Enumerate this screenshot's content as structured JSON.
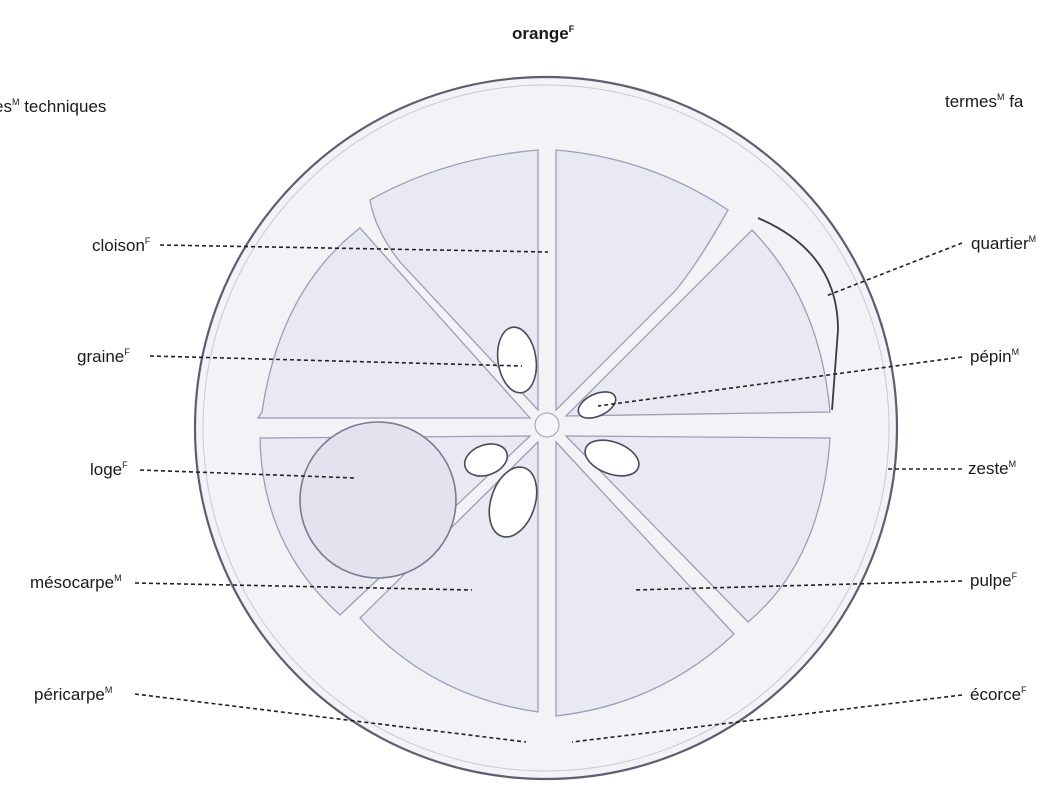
{
  "title": {
    "text": "orange",
    "mark": "F"
  },
  "headings": {
    "left": {
      "text": "es",
      "mark": "M",
      "rest": " techniques"
    },
    "right": {
      "text": "termes",
      "mark": "M",
      "rest": " fa"
    }
  },
  "labels": {
    "cloison": {
      "text": "cloison",
      "mark": "F"
    },
    "graine": {
      "text": "graine",
      "mark": "F"
    },
    "loge": {
      "text": "loge",
      "mark": "F"
    },
    "mesocarpe": {
      "text": "mésocarpe",
      "mark": "M"
    },
    "pericarpe": {
      "text": "péricarpe",
      "mark": "M"
    },
    "quartier": {
      "text": "quartier",
      "mark": "M"
    },
    "pepin": {
      "text": "pépin",
      "mark": "M"
    },
    "zeste": {
      "text": "zeste",
      "mark": "M"
    },
    "pulpe": {
      "text": "pulpe",
      "mark": "F"
    },
    "ecorce": {
      "text": "écorce",
      "mark": "F"
    }
  },
  "colors": {
    "peel": "#f2f2f7",
    "segment": "#e9e9f3",
    "outline": "#9d9db5",
    "leader": "#222222"
  }
}
